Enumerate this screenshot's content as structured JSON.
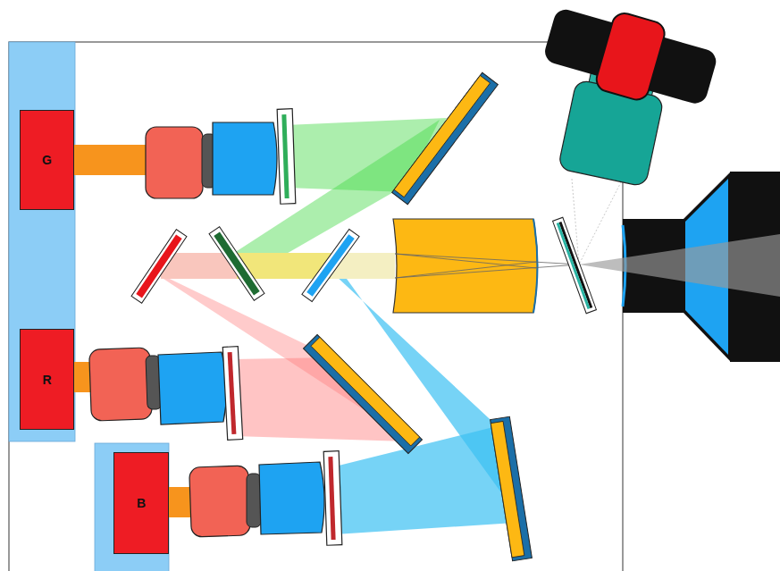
{
  "diagram": {
    "nodes": [
      {
        "text": [
          "G"
        ]
      },
      {
        "text": [
          "R"
        ]
      },
      {
        "text": [
          "B"
        ]
      }
    ]
  }
}
